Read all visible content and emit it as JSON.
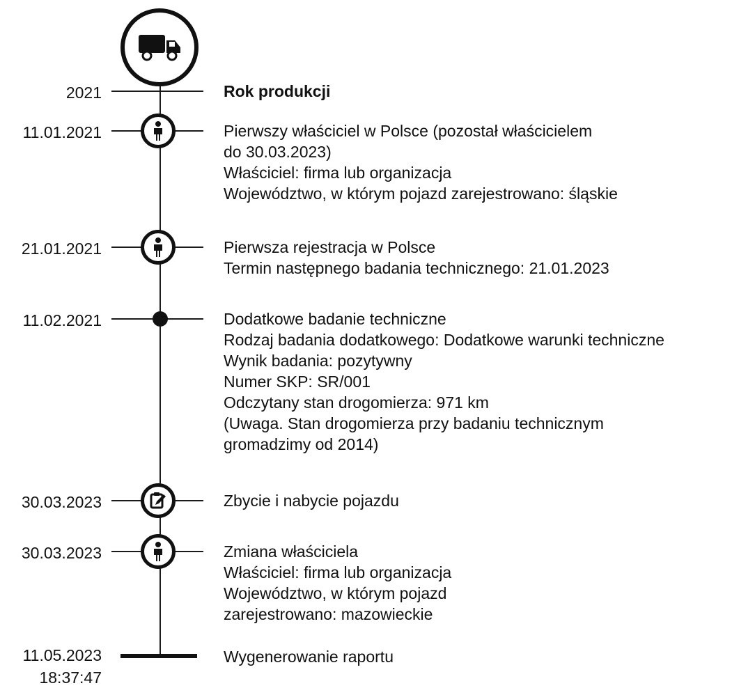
{
  "header_icon": "truck-icon",
  "events": [
    {
      "date": "2021",
      "icon": "none",
      "lines": [
        "Rok produkcji"
      ],
      "bold": true
    },
    {
      "date": "11.01.2021",
      "icon": "person-icon",
      "lines": [
        "Pierwszy właściciel w Polsce (pozostał właścicielem",
        "do 30.03.2023)",
        "Właściciel: firma lub organizacja",
        "Województwo, w którym pojazd zarejestrowano: śląskie"
      ]
    },
    {
      "date": "21.01.2021",
      "icon": "person-icon",
      "lines": [
        "Pierwsza rejestracja w Polsce",
        "Termin następnego badania technicznego: 21.01.2023"
      ]
    },
    {
      "date": "11.02.2021",
      "icon": "dot",
      "lines": [
        "Dodatkowe badanie techniczne",
        "Rodzaj badania dodatkowego: Dodatkowe warunki techniczne",
        "Wynik badania: pozytywny",
        "Numer SKP: SR/001",
        "Odczytany stan drogomierza: 971 km",
        "(Uwaga. Stan drogomierza przy badaniu technicznym",
        "gromadzimy od 2014)"
      ]
    },
    {
      "date": "30.03.2023",
      "icon": "document-edit-icon",
      "lines": [
        "Zbycie i nabycie pojazdu"
      ]
    },
    {
      "date": "30.03.2023",
      "icon": "person-icon",
      "lines": [
        "Zmiana właściciela",
        "Właściciel: firma lub organizacja",
        "Województwo, w którym pojazd",
        "zarejestrowano: mazowieckie"
      ]
    }
  ],
  "footer": {
    "date": "11.05.2023",
    "time": "18:37:47",
    "label": "Wygenerowanie raportu"
  }
}
